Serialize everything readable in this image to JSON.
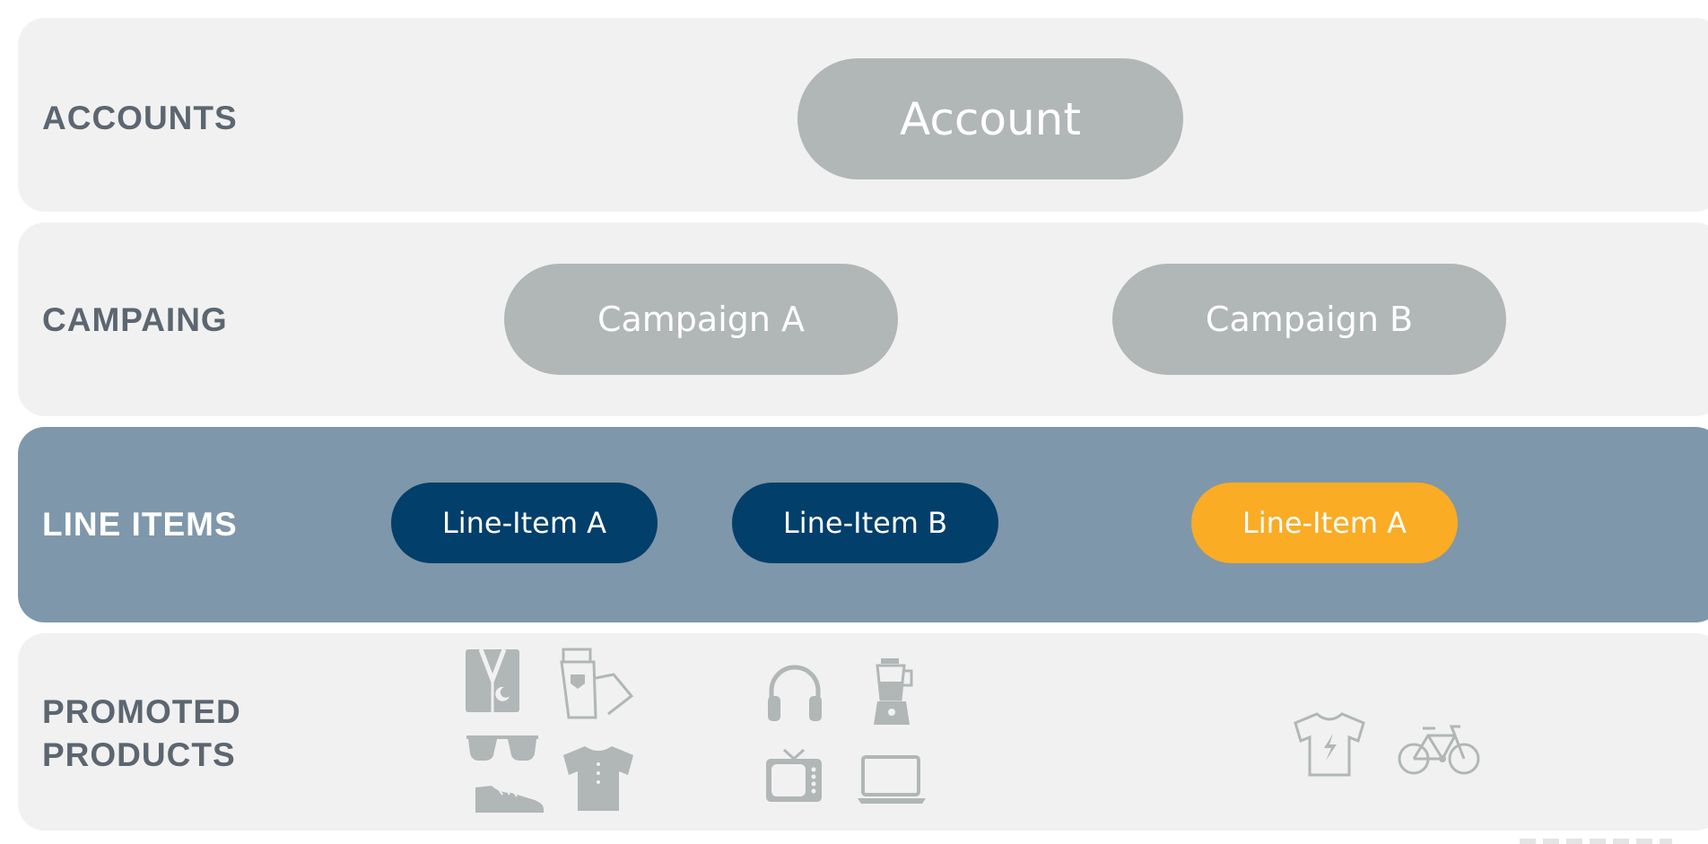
{
  "rows": {
    "accounts": {
      "label": "ACCOUNTS",
      "nodes": [
        "Account"
      ]
    },
    "campaign": {
      "label": "CAMPAING",
      "nodes": [
        "Campaign A",
        "Campaign B"
      ]
    },
    "line_items": {
      "label": "LINE ITEMS",
      "nodes": [
        "Line-Item A",
        "Line-Item B",
        "Line-Item A"
      ]
    },
    "promoted_products": {
      "label_line1": "PROMOTED",
      "label_line2": "PRODUCTS",
      "groups": [
        [
          "robe-icon",
          "pants-icon",
          "sunglasses-icon",
          "polo-shirt-icon",
          "sneaker-icon"
        ],
        [
          "headphones-icon",
          "blender-icon",
          "tv-icon",
          "laptop-icon"
        ],
        [
          "tshirt-icon",
          "bicycle-icon"
        ]
      ]
    }
  },
  "colors": {
    "band": "#f1f1f1",
    "active_band": "#7f97aa",
    "gray_node": "#b1b6b6",
    "navy_node": "#033f6b",
    "orange_node": "#f9ac24",
    "icon": "#b1b6b6"
  }
}
